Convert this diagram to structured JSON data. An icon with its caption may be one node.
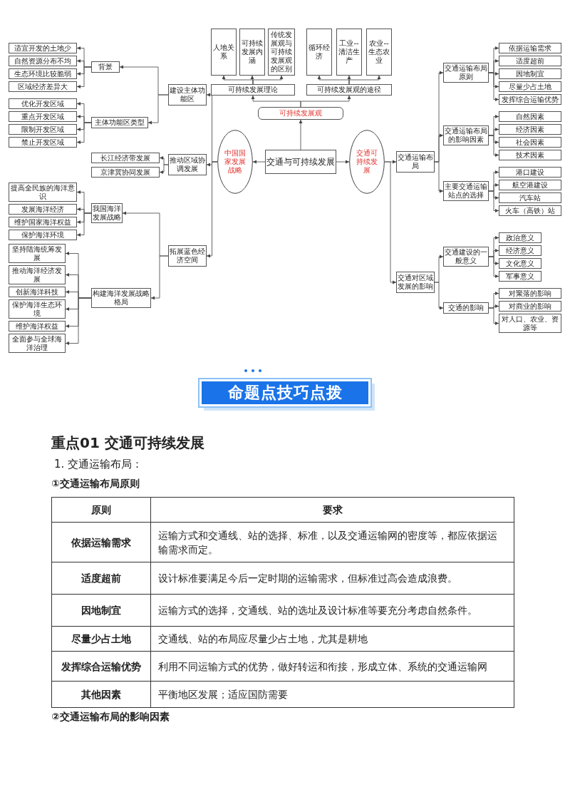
{
  "diagram": {
    "nodes": [
      {
        "text": [
          "交通与可持续发展"
        ]
      },
      {
        "text": [
          "中国国家发展战略"
        ]
      },
      {
        "text": [
          "交通可持续发展"
        ]
      },
      {
        "text": [
          "可持续发展观"
        ]
      },
      {
        "text": [
          "可持续发展理论"
        ]
      },
      {
        "text": [
          "可持续发展观的途径"
        ]
      },
      {
        "text": [
          "人地关系"
        ]
      },
      {
        "text": [
          "可持续发展内涵"
        ]
      },
      {
        "text": [
          "传统发展观与可持续发展观的区别"
        ]
      },
      {
        "text": [
          "循环经济"
        ]
      },
      {
        "text": [
          "工业--清洁生产"
        ]
      },
      {
        "text": [
          "农业--生态农业"
        ]
      },
      {
        "text": [
          "建设主体功能区"
        ]
      },
      {
        "text": [
          "背景"
        ]
      },
      {
        "text": [
          "主体功能区类型"
        ]
      },
      {
        "text": [
          "适宜开发的土地少"
        ]
      },
      {
        "text": [
          "自然资源分布不均"
        ]
      },
      {
        "text": [
          "生态环境比较脆弱"
        ]
      },
      {
        "text": [
          "区域经济差异大"
        ]
      },
      {
        "text": [
          "优化开发区域"
        ]
      },
      {
        "text": [
          "重点开发区域"
        ]
      },
      {
        "text": [
          "限制开发区域"
        ]
      },
      {
        "text": [
          "禁止开发区域"
        ]
      },
      {
        "text": [
          "推动区域协调发展"
        ]
      },
      {
        "text": [
          "长江经济带发展"
        ]
      },
      {
        "text": [
          "京津冀协同发展"
        ]
      },
      {
        "text": [
          "拓展蓝色经济空间"
        ]
      },
      {
        "text": [
          "我国海洋发展战略"
        ]
      },
      {
        "text": [
          "构建海洋发展战略格局"
        ]
      },
      {
        "text": [
          "提高全民族的海洋意识"
        ]
      },
      {
        "text": [
          "发展海洋经济"
        ]
      },
      {
        "text": [
          "维护国家海洋权益"
        ]
      },
      {
        "text": [
          "保护海洋环境"
        ]
      },
      {
        "text": [
          "坚持陆海统筹发展"
        ]
      },
      {
        "text": [
          "推动海洋经济发展"
        ]
      },
      {
        "text": [
          "创新海洋科技"
        ]
      },
      {
        "text": [
          "保护海洋生态环境"
        ]
      },
      {
        "text": [
          "维护海洋权益"
        ]
      },
      {
        "text": [
          "全面参与全球海洋治理"
        ]
      },
      {
        "text": [
          "交通运输布局"
        ]
      },
      {
        "text": [
          "交通运输布局原则"
        ]
      },
      {
        "text": [
          "交通运输布局的影响因素"
        ]
      },
      {
        "text": [
          "主要交通运输站点的选择"
        ]
      },
      {
        "text": [
          "依据运输需求"
        ]
      },
      {
        "text": [
          "适度超前"
        ]
      },
      {
        "text": [
          "因地制宜"
        ]
      },
      {
        "text": [
          "尽量少占土地"
        ]
      },
      {
        "text": [
          "发挥综合运输优势"
        ]
      },
      {
        "text": [
          "自然因素"
        ]
      },
      {
        "text": [
          "经济因素"
        ]
      },
      {
        "text": [
          "社会因素"
        ]
      },
      {
        "text": [
          "技术因素"
        ]
      },
      {
        "text": [
          "港口建设"
        ]
      },
      {
        "text": [
          "航空港建设"
        ]
      },
      {
        "text": [
          "汽车站"
        ]
      },
      {
        "text": [
          "火车（高铁）站"
        ]
      },
      {
        "text": [
          "交通对区域发展的影响"
        ]
      },
      {
        "text": [
          "交通建设的一般意义"
        ]
      },
      {
        "text": [
          "交通的影响"
        ]
      },
      {
        "text": [
          "政治意义"
        ]
      },
      {
        "text": [
          "经济意义"
        ]
      },
      {
        "text": [
          "文化意义"
        ]
      },
      {
        "text": [
          "军事意义"
        ]
      },
      {
        "text": [
          "对聚落的影响"
        ]
      },
      {
        "text": [
          "对商业的影响"
        ]
      },
      {
        "text": [
          "对人口、农业、资源等"
        ]
      },
      {
        "text": [
          "命题点技巧点拨"
        ]
      }
    ],
    "edges": [
      {
        "from": 0,
        "to": 1,
        "arrow": "to"
      },
      {
        "from": 0,
        "to": 3,
        "arrow": "to"
      },
      {
        "from": 0,
        "to": 2,
        "arrow": "to"
      },
      {
        "from": 3,
        "to": 4,
        "arrow": "to"
      },
      {
        "from": 3,
        "to": 5,
        "arrow": "to"
      },
      {
        "from": 4,
        "to": 6,
        "arrow": "to"
      },
      {
        "from": 4,
        "to": 7,
        "arrow": "to"
      },
      {
        "from": 4,
        "to": 8,
        "arrow": "to"
      },
      {
        "from": 5,
        "to": 9,
        "arrow": "to"
      },
      {
        "from": 5,
        "to": 10,
        "arrow": "to"
      },
      {
        "from": 5,
        "to": 11,
        "arrow": "to"
      },
      {
        "from": 1,
        "to": 12,
        "arrow": "to"
      },
      {
        "from": 1,
        "to": 23,
        "arrow": "to"
      },
      {
        "from": 1,
        "to": 26,
        "arrow": "to"
      },
      {
        "from": 12,
        "to": 13,
        "arrow": "to"
      },
      {
        "from": 12,
        "to": 14,
        "arrow": "to"
      },
      {
        "from": 13,
        "to": 15,
        "arrow": "to"
      },
      {
        "from": 13,
        "to": 16,
        "arrow": "to"
      },
      {
        "from": 13,
        "to": 17,
        "arrow": "to"
      },
      {
        "from": 13,
        "to": 18,
        "arrow": "to"
      },
      {
        "from": 14,
        "to": 19,
        "arrow": "to"
      },
      {
        "from": 14,
        "to": 20,
        "arrow": "to"
      },
      {
        "from": 14,
        "to": 21,
        "arrow": "to"
      },
      {
        "from": 14,
        "to": 22,
        "arrow": "to"
      },
      {
        "from": 23,
        "to": 24,
        "arrow": "to"
      },
      {
        "from": 23,
        "to": 25,
        "arrow": "to"
      },
      {
        "from": 26,
        "to": 27,
        "arrow": "to"
      },
      {
        "from": 26,
        "to": 28,
        "arrow": "to"
      },
      {
        "from": 27,
        "to": 29,
        "arrow": "to"
      },
      {
        "from": 27,
        "to": 30,
        "arrow": "to"
      },
      {
        "from": 27,
        "to": 31,
        "arrow": "to"
      },
      {
        "from": 27,
        "to": 32,
        "arrow": "to"
      },
      {
        "from": 28,
        "to": 33,
        "arrow": "to"
      },
      {
        "from": 28,
        "to": 34,
        "arrow": "to"
      },
      {
        "from": 28,
        "to": 35,
        "arrow": "to"
      },
      {
        "from": 28,
        "to": 36,
        "arrow": "to"
      },
      {
        "from": 28,
        "to": 37,
        "arrow": "to"
      },
      {
        "from": 28,
        "to": 38,
        "arrow": "to"
      },
      {
        "from": 2,
        "to": 39,
        "arrow": "to"
      },
      {
        "from": 2,
        "to": 56,
        "arrow": "to"
      },
      {
        "from": 39,
        "to": 40,
        "arrow": "to"
      },
      {
        "from": 39,
        "to": 41,
        "arrow": "to"
      },
      {
        "from": 39,
        "to": 42,
        "arrow": "to"
      },
      {
        "from": 40,
        "to": 43,
        "arrow": "to"
      },
      {
        "from": 40,
        "to": 44,
        "arrow": "to"
      },
      {
        "from": 40,
        "to": 45,
        "arrow": "to"
      },
      {
        "from": 40,
        "to": 46,
        "arrow": "to"
      },
      {
        "from": 40,
        "to": 47,
        "arrow": "to"
      },
      {
        "from": 41,
        "to": 48,
        "arrow": "to"
      },
      {
        "from": 41,
        "to": 49,
        "arrow": "to"
      },
      {
        "from": 41,
        "to": 50,
        "arrow": "to"
      },
      {
        "from": 41,
        "to": 51,
        "arrow": "to"
      },
      {
        "from": 42,
        "to": 52,
        "arrow": "to"
      },
      {
        "from": 42,
        "to": 53,
        "arrow": "to"
      },
      {
        "from": 42,
        "to": 54,
        "arrow": "to"
      },
      {
        "from": 42,
        "to": 55,
        "arrow": "to"
      },
      {
        "from": 56,
        "to": 57,
        "arrow": "to"
      },
      {
        "from": 56,
        "to": 58,
        "arrow": "to"
      },
      {
        "from": 57,
        "to": 59,
        "arrow": "to"
      },
      {
        "from": 57,
        "to": 60,
        "arrow": "to"
      },
      {
        "from": 57,
        "to": 61,
        "arrow": "to"
      },
      {
        "from": 57,
        "to": 62,
        "arrow": "to"
      },
      {
        "from": 58,
        "to": 63,
        "arrow": "to"
      },
      {
        "from": 58,
        "to": 64,
        "arrow": "to"
      },
      {
        "from": 58,
        "to": 65,
        "arrow": "to"
      }
    ],
    "labels": [
      "重点01 交通可持续发展",
      "1. 交通运输布局：",
      "①交通运输布局原则",
      "原则",
      "要求",
      "依据运输需求",
      "运输方式和交通线、站的选择、标准，以及交通运输网的密度等，都应依据运输需求而定。",
      "适度超前",
      "设计标准要满足今后一定时期的运输需求，但标准过高会造成浪费。",
      "因地制宜",
      "运输方式的选择，交通线、站的选址及设计标准等要充分考虑自然条件。",
      "尽量少占土地",
      "交通线、站的布局应尽量少占土地，尤其是耕地",
      "发挥综合运输优势",
      "利用不同运输方式的优势，做好转运和衔接，形成立体、系统的交通运输网",
      "其他因素",
      "平衡地区发展；适应国防需要",
      "②交通运输布局的影响因素"
    ]
  }
}
